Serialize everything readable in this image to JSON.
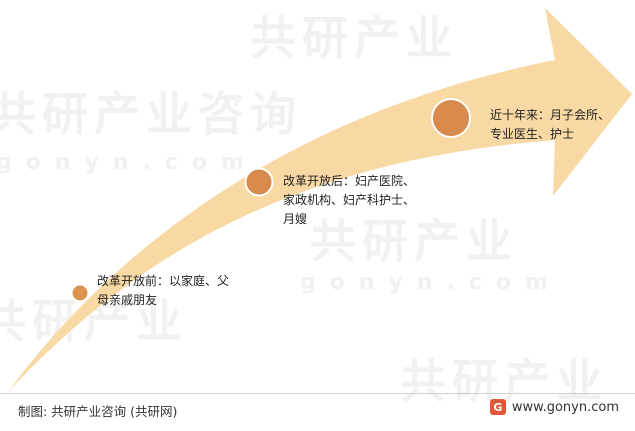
{
  "watermark": {
    "brand": "共研产业",
    "brand_short": "共研产业咨询",
    "url": "gonyn.com"
  },
  "stages": [
    {
      "line1": "改革开放前：以家庭、父",
      "line2": "母亲戚朋友"
    },
    {
      "line1": "改革开放后：妇产医院、",
      "line2": "家政机构、妇产科护士、",
      "line3": "月嫂"
    },
    {
      "line1": "近十年来：月子会所、",
      "line2": "专业医生、护士"
    }
  ],
  "footer": {
    "source": "制图: 共研产业咨询 (共研网)",
    "logo": "G",
    "url": "www.gonyn.com"
  },
  "colors": {
    "arrow": "#f8d9a4",
    "dot_small": "#d99550",
    "dot_large": "#d78a4c",
    "dot_border": "#ffffff"
  }
}
